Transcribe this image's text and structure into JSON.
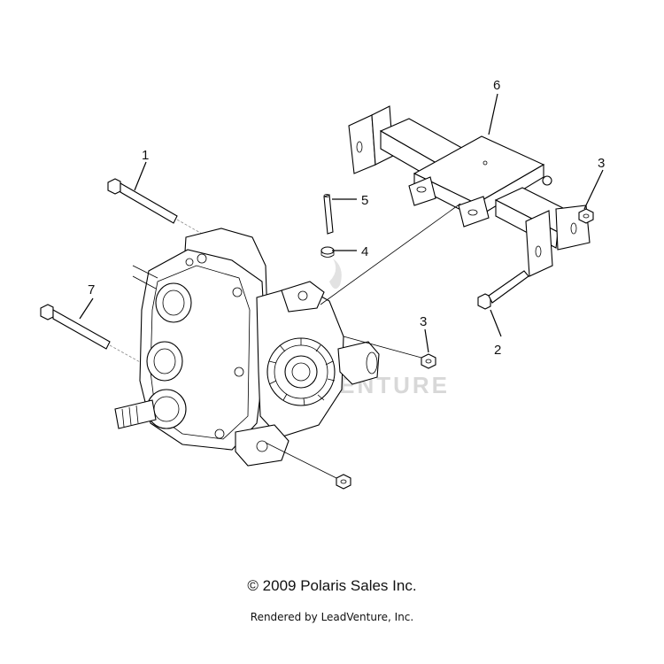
{
  "callouts": [
    {
      "id": "1",
      "label": "1"
    },
    {
      "id": "2",
      "label": "2"
    },
    {
      "id": "3a",
      "label": "3"
    },
    {
      "id": "3b",
      "label": "3"
    },
    {
      "id": "4",
      "label": "4"
    },
    {
      "id": "5",
      "label": "5"
    },
    {
      "id": "6",
      "label": "6"
    },
    {
      "id": "7",
      "label": "7"
    }
  ],
  "watermark": "LEADVENTURE",
  "footer": {
    "copyright": "© 2009 Polaris Sales Inc.",
    "rendered_by": "Rendered by LeadVenture, Inc."
  }
}
